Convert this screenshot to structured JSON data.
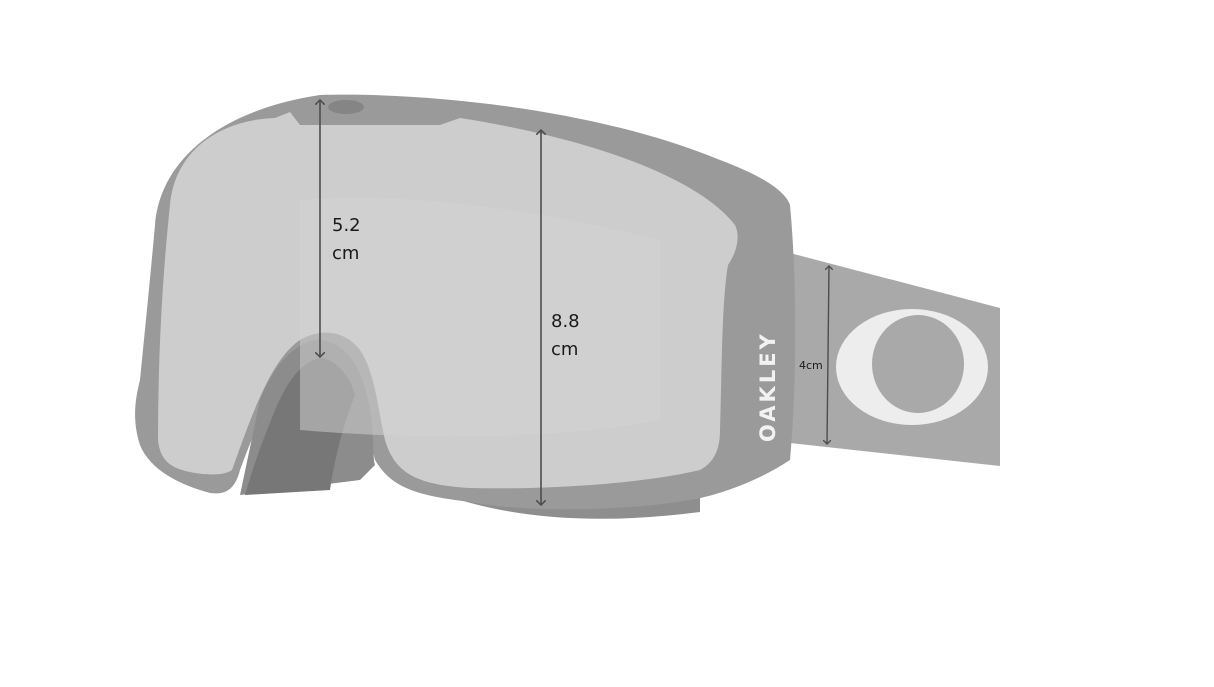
{
  "diagram": {
    "subject": "ski goggle with strap",
    "brand_text": "OAKLEY",
    "colors": {
      "background": "#ffffff",
      "frame": "#9a9a9a",
      "frame_dark": "#8a8a8a",
      "nose_inner": "#777777",
      "lens": "#cdcdcd",
      "lens_highlight": "#d3d3d3",
      "strap": "#a9a9a9",
      "logo": "#ededed",
      "arrow": "#4d4d4d",
      "text": "#1a1a1a"
    },
    "measurements": [
      {
        "id": "lens_height_center",
        "value": "5.2",
        "unit": "cm"
      },
      {
        "id": "lens_height_overall",
        "value": "8.8",
        "unit": "cm"
      },
      {
        "id": "strap_width",
        "value": "4",
        "unit": "cm",
        "label": "4cm"
      }
    ]
  }
}
